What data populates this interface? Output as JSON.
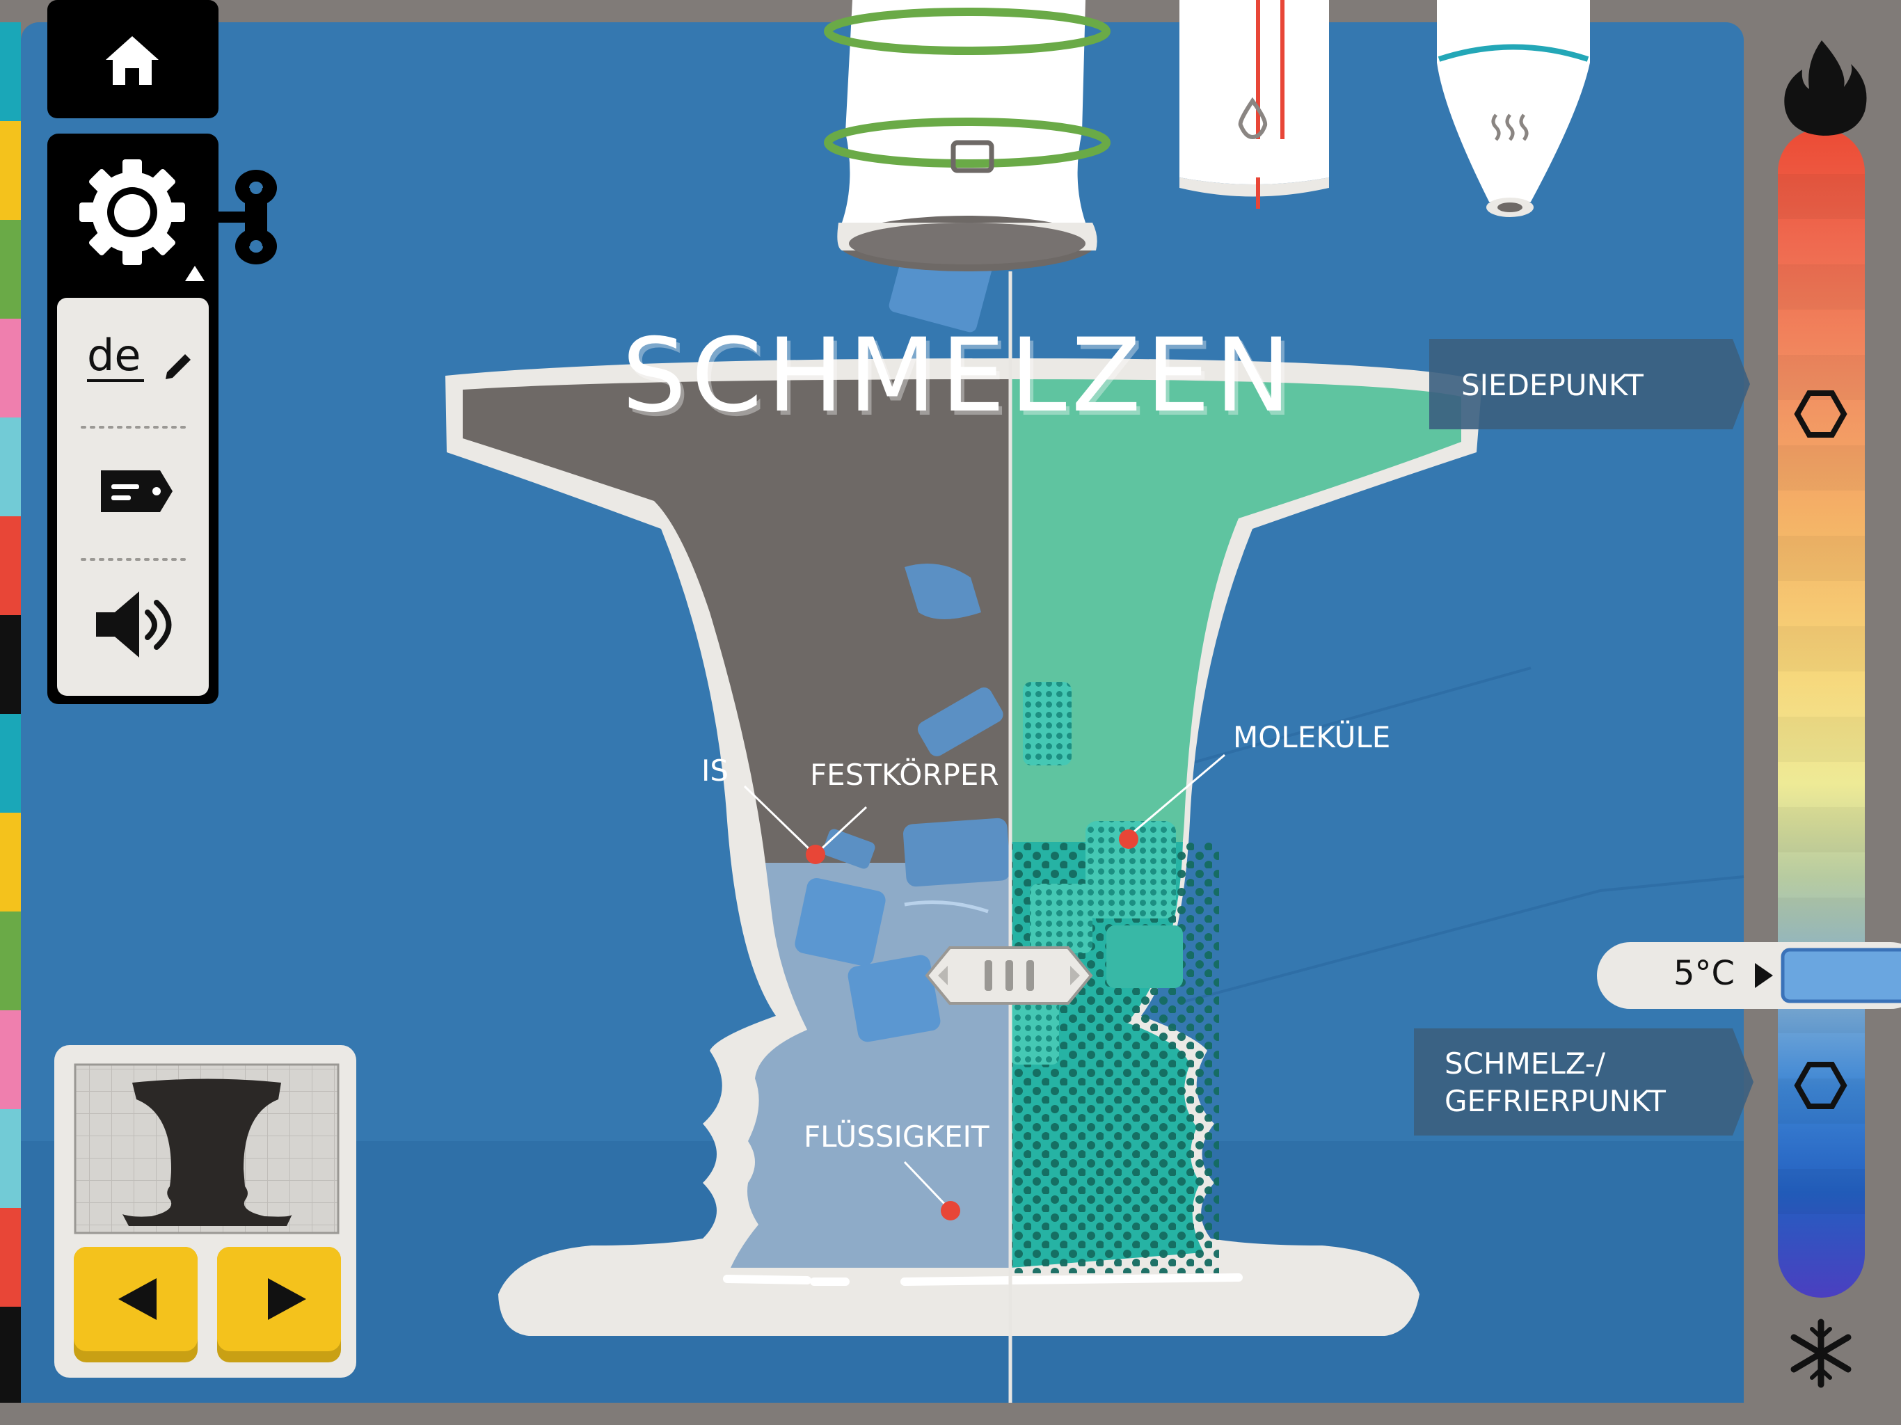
{
  "title": "SCHMELZEN",
  "language": {
    "code": "de",
    "edit_icon": "pencil-icon"
  },
  "labels": {
    "is": "IS",
    "festkoerper": "FESTKÖRPER",
    "molekuele": "MOLEKÜLE",
    "fluessigkeit": "FLÜSSIGKEIT"
  },
  "thermometer": {
    "boiling_label": "SIEDEPUNKT",
    "melting_label_line1": "SCHMELZ-/",
    "melting_label_line2": "GEFRIERPUNKT",
    "temperature": "5°C",
    "hot_icon": "flame-icon",
    "cold_icon": "snowflake-icon"
  },
  "sidebar": {
    "home_icon": "home-icon",
    "settings_icon": "gear-icon",
    "label_icon": "tag-icon",
    "sound_icon": "speaker-icon"
  },
  "nav": {
    "prev_icon": "arrow-left-icon",
    "next_icon": "arrow-right-icon"
  },
  "colors": {
    "background_blue": "#3578b0",
    "frame_gray": "#807b78",
    "solid_gray": "#6e6966",
    "liquid_green": "#5fc4a0",
    "molecule_teal": "#26b3a4",
    "marker_red": "#e84637",
    "nav_yellow": "#f4c21c"
  }
}
